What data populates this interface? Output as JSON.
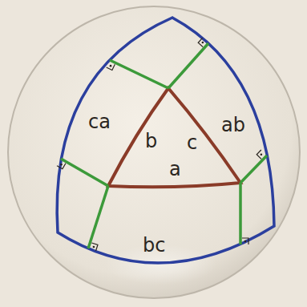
{
  "diagram": {
    "labels": [
      "ca",
      "b",
      "c",
      "ab",
      "a",
      "bc"
    ]
  }
}
